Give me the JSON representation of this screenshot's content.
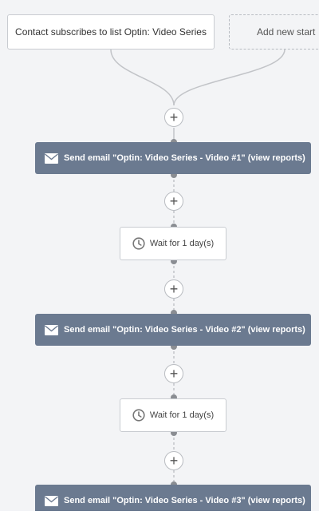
{
  "trigger": {
    "label": "Contact subscribes to list Optin: Video Series"
  },
  "add_start": {
    "label": "Add new start"
  },
  "plus_label": "+",
  "steps": {
    "email_1": {
      "label": "Send email \"Optin: Video Series - Video #1\" (view reports)"
    },
    "wait_1": {
      "label": "Wait for 1 day(s)"
    },
    "email_2": {
      "label": "Send email \"Optin: Video Series - Video #2\" (view reports)"
    },
    "wait_2": {
      "label": "Wait for 1 day(s)"
    },
    "email_3": {
      "label": "Send email \"Optin: Video Series - Video #3\" (view reports)"
    }
  },
  "icons": {
    "email": "envelope-icon",
    "wait": "clock-icon",
    "add": "plus-icon"
  },
  "colors": {
    "email_block": "#6b7a90",
    "canvas": "#f3f4f6",
    "connector": "#c2c4c8",
    "dot": "#8a8d92"
  }
}
